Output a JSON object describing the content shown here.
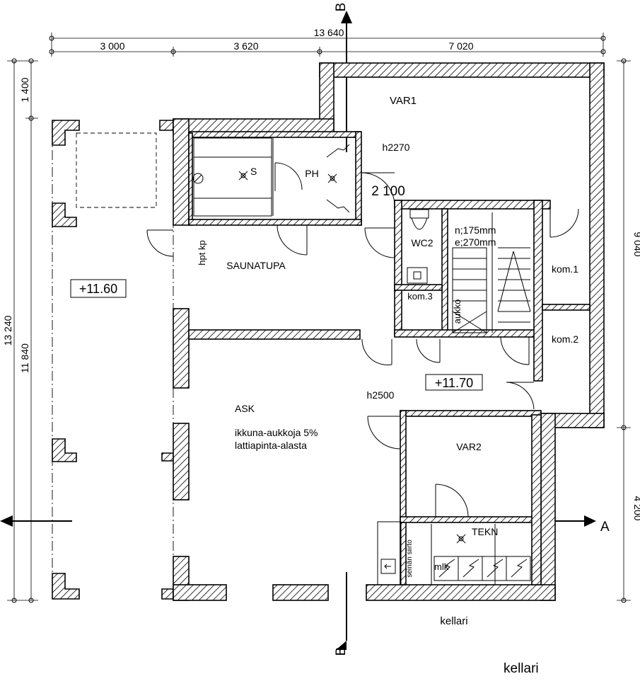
{
  "dimensions": {
    "total_width": "13 640",
    "segments": [
      "3 000",
      "3 620",
      "7 020"
    ],
    "total_height": "13 240",
    "left_inner": "11 840",
    "top_left": "1 400",
    "right_upper": "9 040",
    "right_lower": "4 200",
    "stair_width": "2 100"
  },
  "section_marks": {
    "horizontal": "A",
    "vertical": "B"
  },
  "levels": {
    "terrace": "+11.60",
    "hall": "+11.70"
  },
  "rooms": {
    "var1": "VAR1",
    "var1_height": "h2270",
    "ph": "PH",
    "sauna_s": "S",
    "saunatupa": "SAUNATUPA",
    "hpt_kp": "hpt kp",
    "wc2": "WC2",
    "stairs_rise": "n;175mm",
    "stairs_run": "e;270mm",
    "kom1": "kom.1",
    "kom2": "kom.2",
    "kom3": "kom.3",
    "aukko": "aukko",
    "ask": "ASK",
    "ask_height": "h2500",
    "window_note_1": "ikkuna-aukkoja 5%",
    "window_note_2": "lattiapinta-alasta",
    "var2": "VAR2",
    "tekn": "TEKN",
    "mlk": "mlk",
    "wall_move": "seinän siirto"
  },
  "floor_name_plan": "kellari",
  "floor_name_title": "kellari"
}
